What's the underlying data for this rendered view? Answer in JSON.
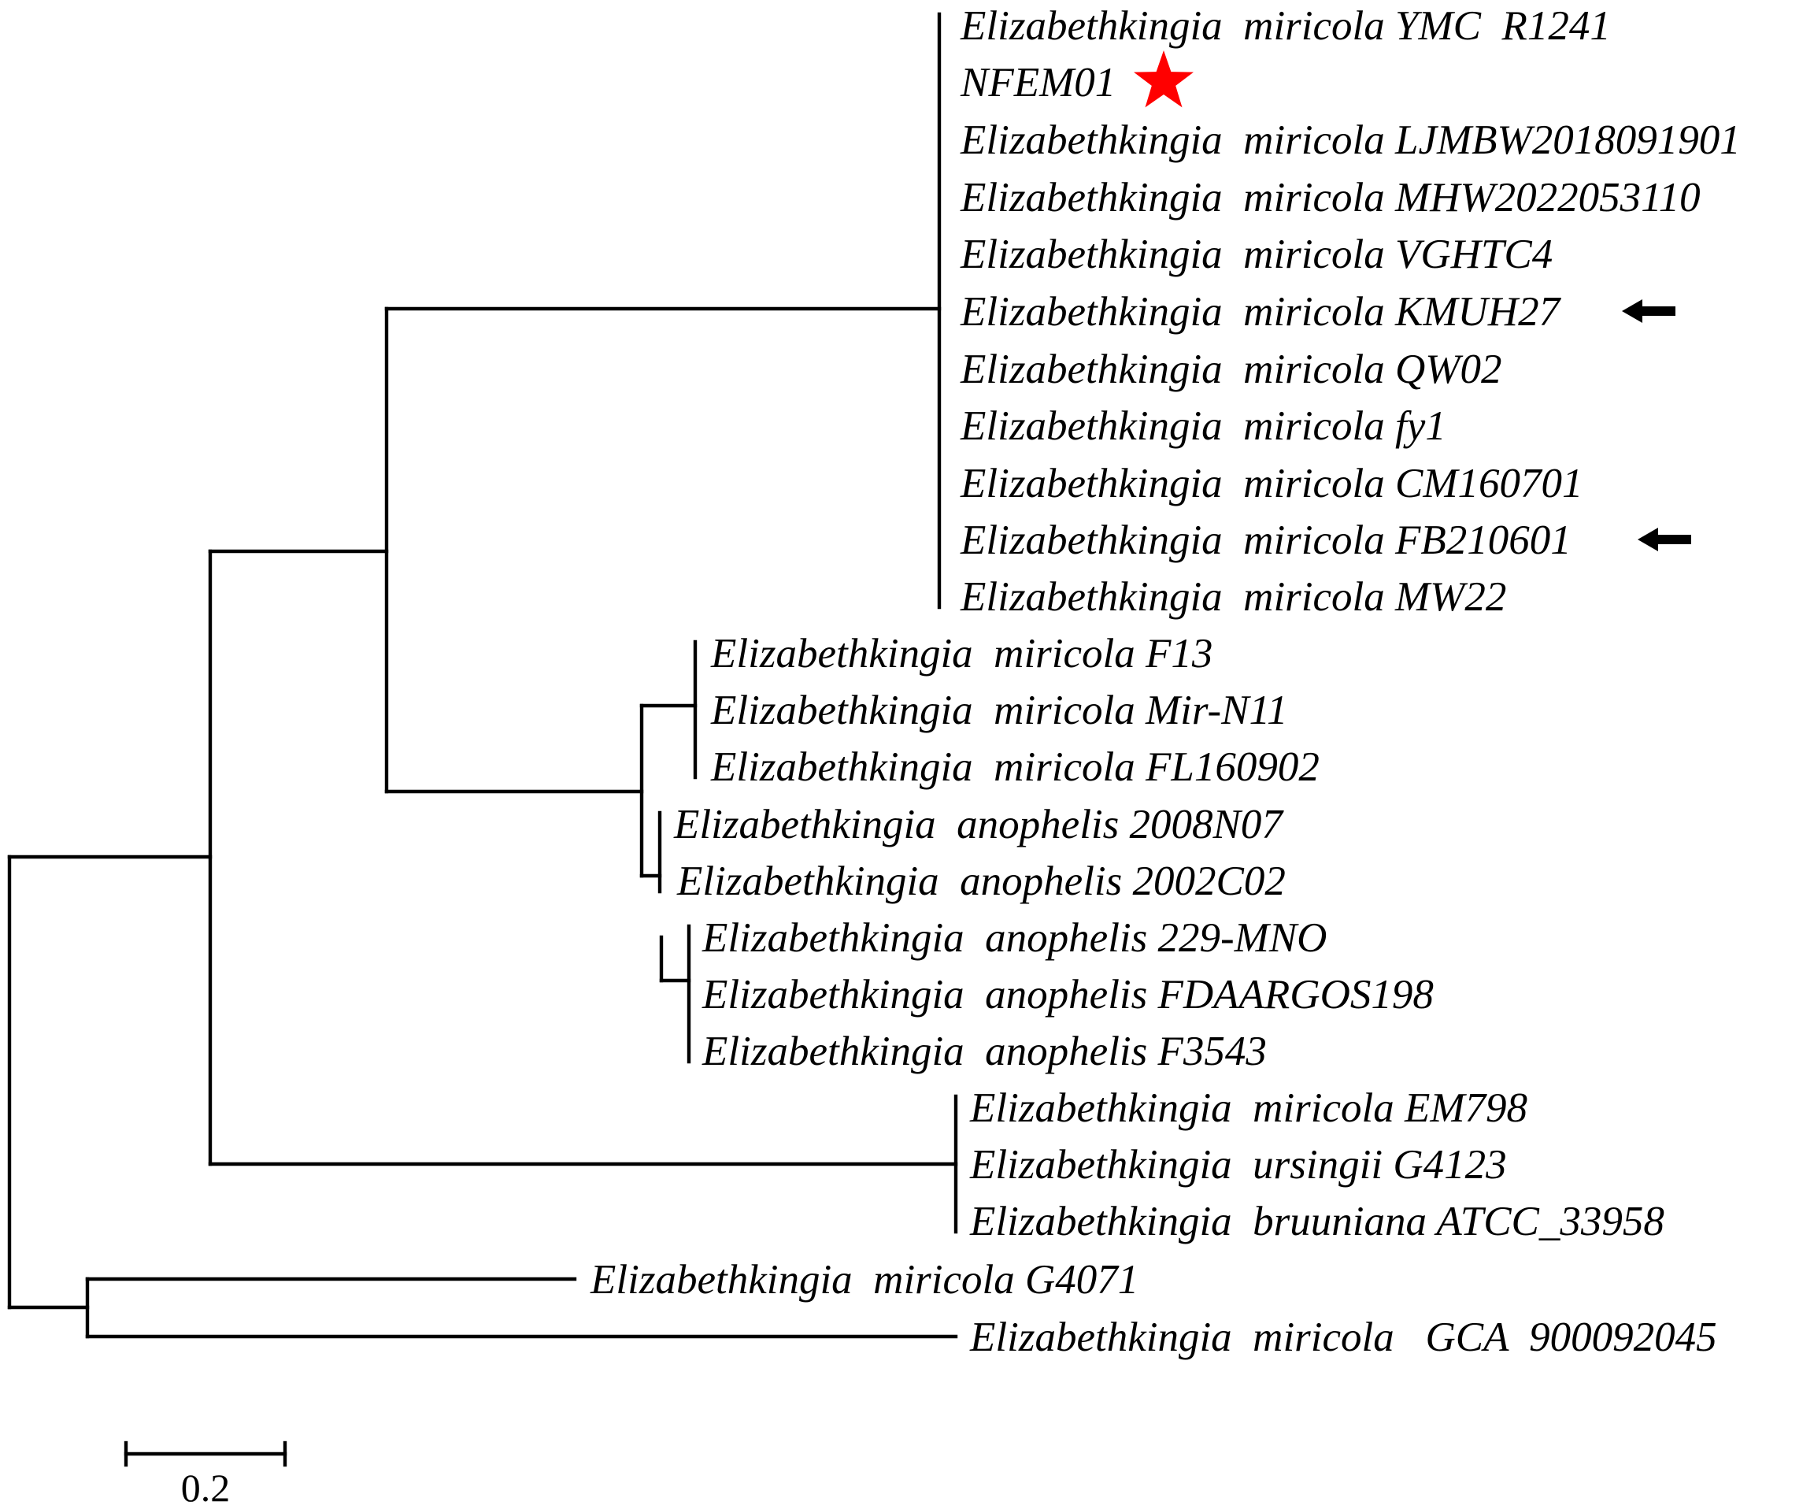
{
  "tree": {
    "type": "phylogenetic-tree",
    "colors": {
      "line": "#000000",
      "star": "#ff0000",
      "arrow": "#000000"
    },
    "leaves": [
      {
        "id": "L1",
        "label": "Elizabethkingia  miricola YMC  R1241",
        "marker": ""
      },
      {
        "id": "L2",
        "label": "NFEM01",
        "marker": "star"
      },
      {
        "id": "L3",
        "label": "Elizabethkingia  miricola LJMBW2018091901",
        "marker": ""
      },
      {
        "id": "L4",
        "label": "Elizabethkingia  miricola MHW2022053110",
        "marker": ""
      },
      {
        "id": "L5",
        "label": "Elizabethkingia  miricola VGHTC4",
        "marker": ""
      },
      {
        "id": "L6",
        "label": "Elizabethkingia  miricola KMUH27",
        "marker": "arrow"
      },
      {
        "id": "L7",
        "label": "Elizabethkingia  miricola QW02",
        "marker": ""
      },
      {
        "id": "L8",
        "label": "Elizabethkingia  miricola fy1",
        "marker": ""
      },
      {
        "id": "L9",
        "label": "Elizabethkingia  miricola CM160701",
        "marker": ""
      },
      {
        "id": "L10",
        "label": "Elizabethkingia  miricola FB210601",
        "marker": "arrow"
      },
      {
        "id": "L11",
        "label": "Elizabethkingia  miricola MW22",
        "marker": ""
      },
      {
        "id": "L12",
        "label": "Elizabethkingia  miricola F13",
        "marker": ""
      },
      {
        "id": "L13",
        "label": "Elizabethkingia  miricola Mir-N11",
        "marker": ""
      },
      {
        "id": "L14",
        "label": "Elizabethkingia  miricola FL160902",
        "marker": ""
      },
      {
        "id": "L15",
        "label": "Elizabethkingia  anophelis 2008N07",
        "marker": ""
      },
      {
        "id": "L16",
        "label": "Elizabethkingia  anophelis 2002C02",
        "marker": ""
      },
      {
        "id": "L17",
        "label": "Elizabethkingia  anophelis 229-MNO",
        "marker": ""
      },
      {
        "id": "L18",
        "label": "Elizabethkingia  anophelis FDAARGOS198",
        "marker": ""
      },
      {
        "id": "L19",
        "label": "Elizabethkingia  anophelis F3543",
        "marker": ""
      },
      {
        "id": "L20",
        "label": "Elizabethkingia  miricola EM798",
        "marker": ""
      },
      {
        "id": "L21",
        "label": "Elizabethkingia  ursingii G4123",
        "marker": ""
      },
      {
        "id": "L22",
        "label": "Elizabethkingia  bruuniana ATCC_33958",
        "marker": ""
      },
      {
        "id": "L23",
        "label": "Elizabethkingia  miricola G4071",
        "marker": ""
      },
      {
        "id": "L24",
        "label": "Elizabethkingia  miricola   GCA  900092045",
        "marker": ""
      }
    ],
    "scale_bar": {
      "length": 0.2,
      "label": "0.2"
    }
  }
}
